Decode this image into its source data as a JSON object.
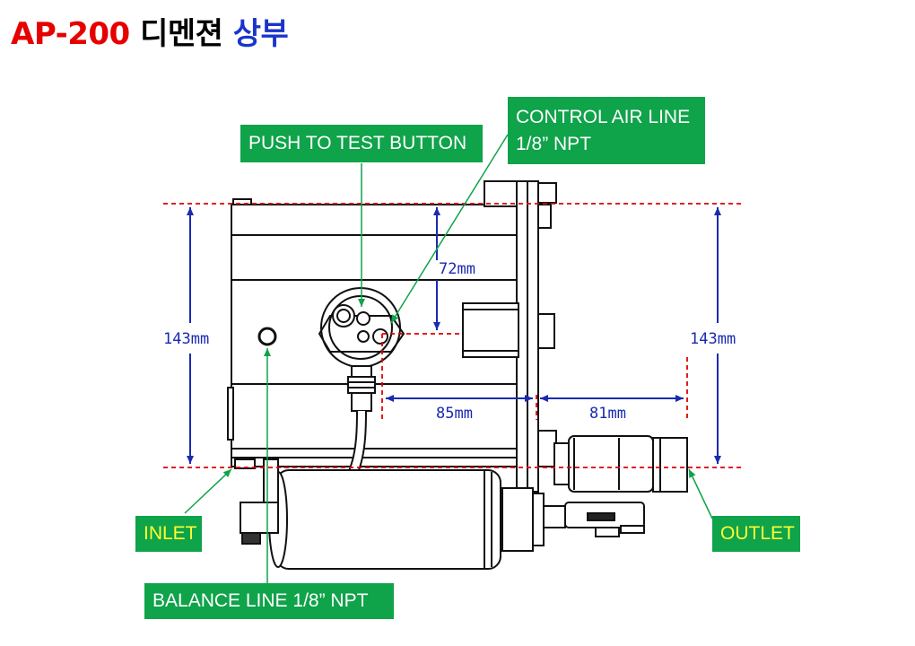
{
  "title": {
    "model": "AP-200",
    "word": "디멘젼",
    "position": "상부"
  },
  "callouts": {
    "push_to_test": "PUSH TO TEST BUTTON",
    "control_air_line_1": "CONTROL AIR LINE",
    "control_air_line_2": "1/8” NPT",
    "inlet": "INLET",
    "outlet": "OUTLET",
    "balance_line": "BALANCE LINE 1/8” NPT"
  },
  "dimensions": {
    "height_left": "143mm",
    "height_right": "143mm",
    "top_offset": "72mm",
    "center_offset": "85mm",
    "outlet_length": "81mm"
  },
  "colors": {
    "title_red": "#e60000",
    "title_blue": "#1a35c8",
    "callout_green": "#0fa34a",
    "dimension_blue": "#1a2ab0",
    "guide_red": "#e00000"
  }
}
